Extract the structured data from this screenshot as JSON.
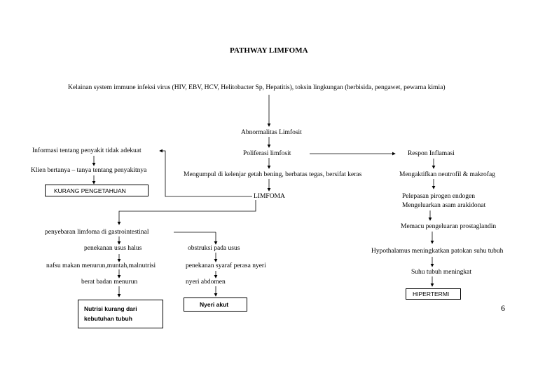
{
  "title": "PATHWAY LIMFOMA",
  "page_number": "6",
  "nodes": {
    "cause": "Kelainan system immune infeksi virus (HIV, EBV, HCV, Helitobacter Sp, Hepatitis),  toksin lingkungan (herbisida, pengawet, pewarna kimia)",
    "abnormal": "Abnormalitas Limfosit",
    "proliferasi": "Poliferasi limfosit",
    "mengumpul": "Mengumpul di kelenjar getah bening, berbatas tegas, bersifat keras",
    "limfoma": "LIMFOMA",
    "informasi": "Informasi tentang penyakit tidak adekuat",
    "klien": "Klien bertanya – tanya tentang penyakitnya",
    "kurang_pengetahuan": "KURANG PENGETAHUAN",
    "respon": "Respon Inflamasi",
    "neutrofil": "Mengaktifkan neutrofil & makrofag",
    "pirogen": "Pelepasan pirogen endogen",
    "asam": "Mengeluarkan asam arakidonat",
    "prostaglandin": "Memacu pengeluaran prostaglandin",
    "hypothalamus": "Hypothalamus meningkatkan patokan suhu tubuh",
    "suhu": "Suhu tubuh meningkat",
    "hipertermi": "HIPERTERMI",
    "penyebaran": "penyebaran limfoma di gastrointestinal",
    "penekanan_usus": "penekanan usus halus",
    "nafsu": "nafsu makan menurun,muntah,malnutrisi",
    "berat": "berat badan menurun",
    "nutrisi": "Nutrisi kurang dari kebutuhan tubuh",
    "obstruksi": "obstruksi pada usus",
    "syaraf": "penekanan syaraf perasa nyeri",
    "nyeri_abdomen": "nyeri abdomen",
    "nyeri_akut": "Nyeri akut"
  }
}
